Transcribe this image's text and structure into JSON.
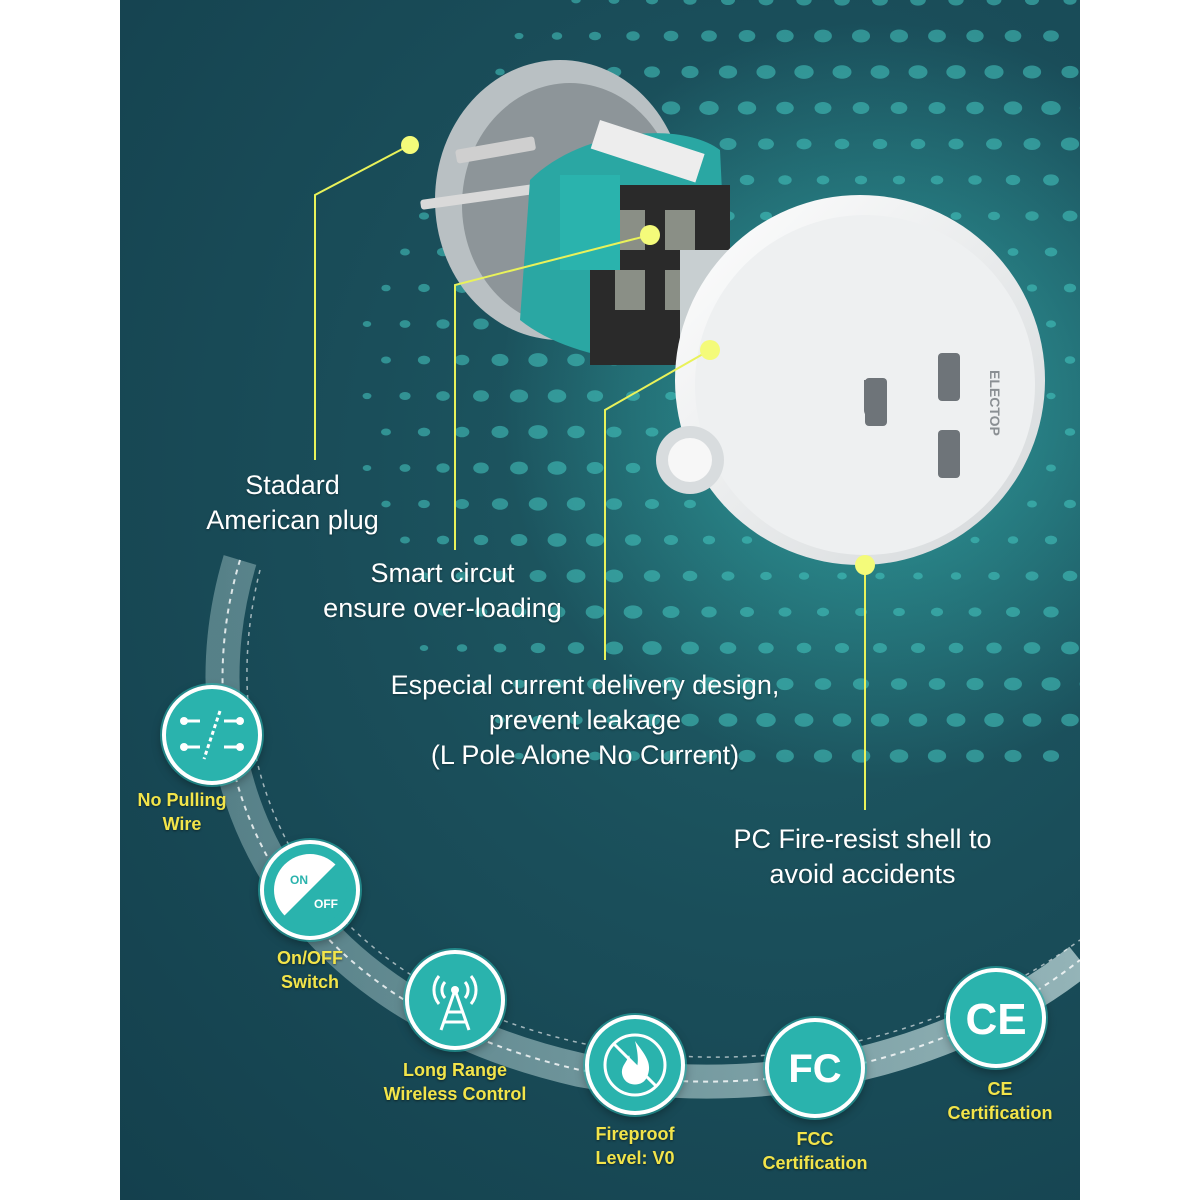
{
  "device": {
    "brand_text": "ELECTOP"
  },
  "callouts": {
    "plug": {
      "lines": [
        "Stadard",
        "American plug"
      ]
    },
    "circuit": {
      "lines": [
        "Smart circut",
        "ensure over-loading"
      ]
    },
    "current": {
      "lines": [
        "Especial current delivery design,",
        "prevent leakage",
        "(L Pole Alone No Current)"
      ]
    },
    "shell": {
      "lines": [
        "PC Fire-resist shell to",
        "avoid accidents"
      ]
    }
  },
  "features": [
    {
      "icon": "wire-icon",
      "lines": [
        "No Pulling",
        "Wire"
      ]
    },
    {
      "icon": "on-off-icon",
      "on_text": "ON",
      "off_text": "OFF",
      "lines": [
        "On/OFF",
        "Switch"
      ]
    },
    {
      "icon": "antenna-icon",
      "lines": [
        "Long Range",
        "Wireless Control"
      ]
    },
    {
      "icon": "flame-icon",
      "lines": [
        "Fireproof",
        "Level: V0"
      ]
    },
    {
      "icon": "fcc-icon",
      "mark_text": "FC",
      "lines": [
        "FCC",
        "Certification"
      ]
    },
    {
      "icon": "ce-icon",
      "mark_text": "CE",
      "lines": [
        "CE",
        "Certification"
      ]
    }
  ],
  "colors": {
    "teal": "#2ab3ad",
    "label_yellow": "#f2e44a",
    "background": "#1a4e5a"
  }
}
